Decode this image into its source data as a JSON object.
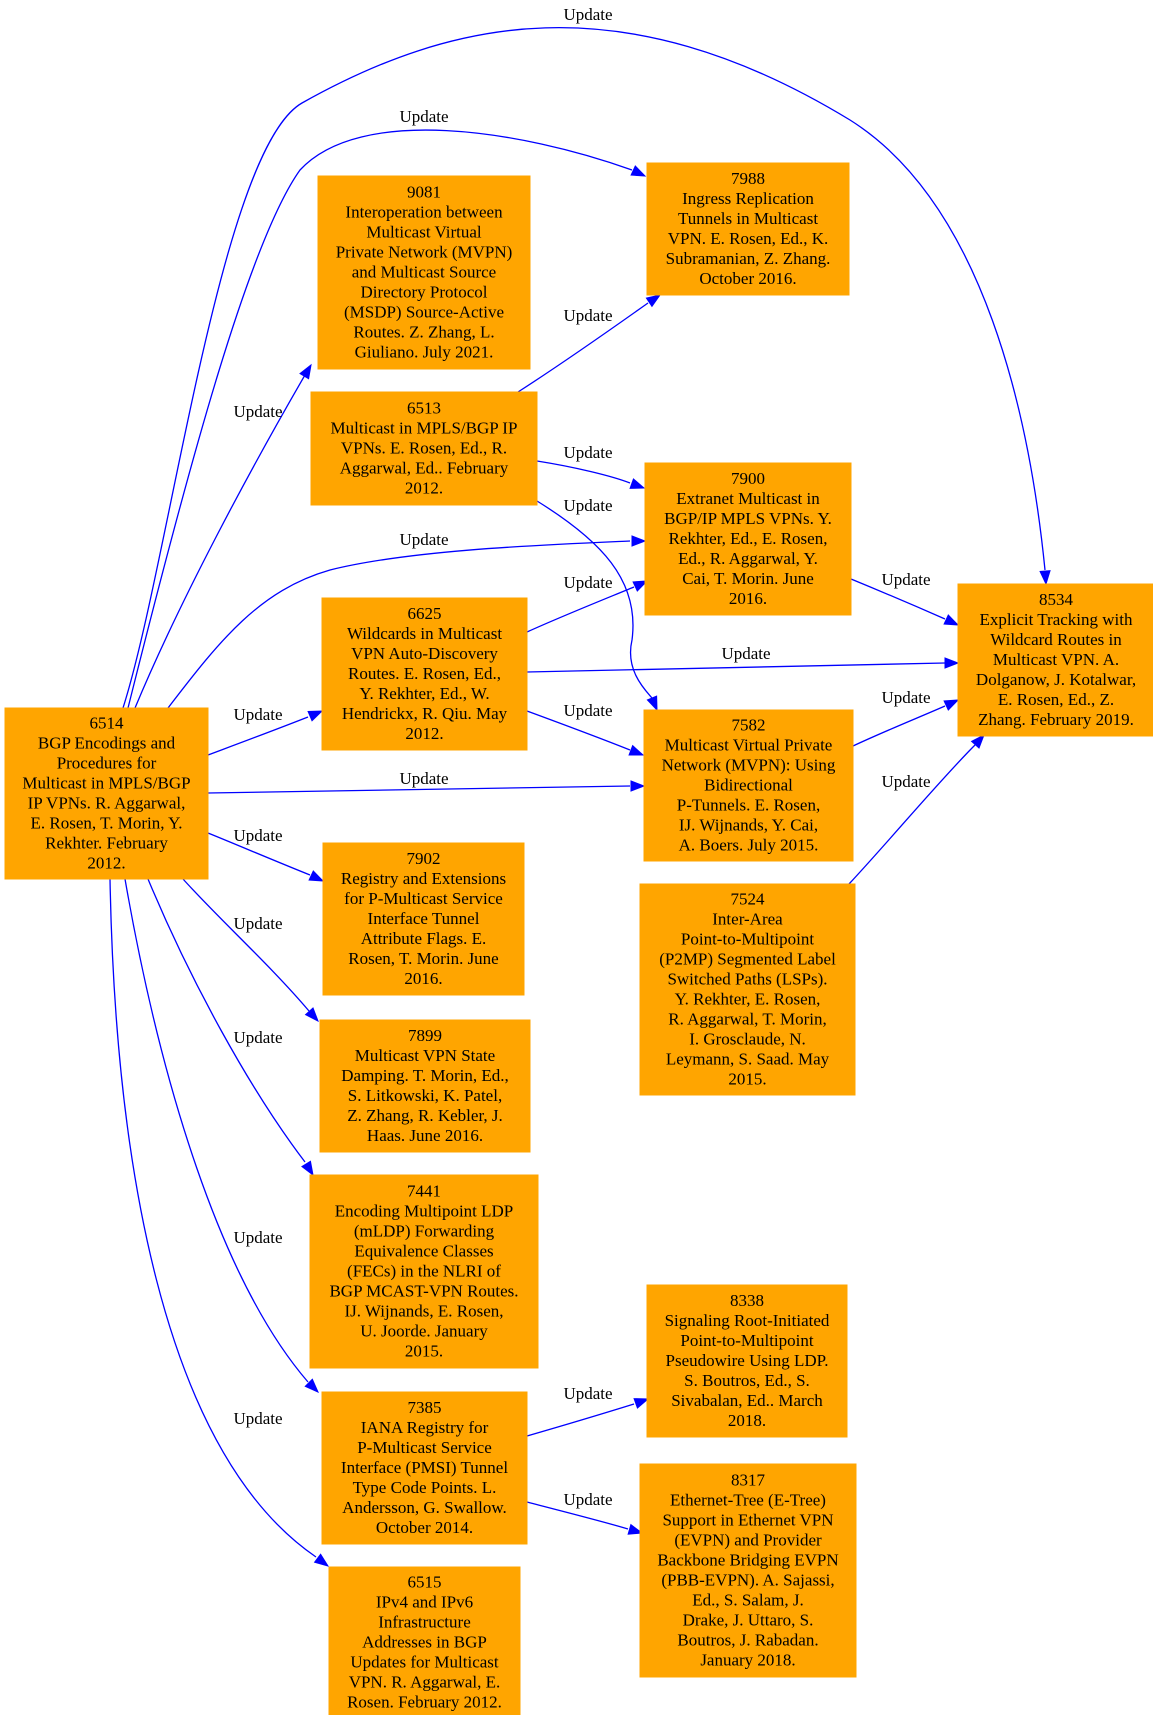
{
  "colors": {
    "node_fill": "#ffa500",
    "edge": "#0000ff",
    "text": "#000000",
    "background": "#ffffff"
  },
  "nodes": [
    {
      "id": "6514",
      "lines": [
        "6514",
        "BGP Encodings and",
        "Procedures for",
        "Multicast in MPLS/BGP",
        "IP VPNs. R. Aggarwal,",
        "E. Rosen, T. Morin, Y.",
        "Rekhter. February",
        "2012."
      ]
    },
    {
      "id": "9081",
      "lines": [
        "9081",
        "Interoperation between",
        "Multicast Virtual",
        "Private Network (MVPN)",
        "and Multicast Source",
        "Directory Protocol",
        "(MSDP) Source-Active",
        "Routes. Z. Zhang, L.",
        "Giuliano. July 2021."
      ]
    },
    {
      "id": "6513",
      "lines": [
        "6513",
        "Multicast in MPLS/BGP IP",
        "VPNs. E. Rosen, Ed., R.",
        "Aggarwal, Ed.. February",
        "2012."
      ]
    },
    {
      "id": "6625",
      "lines": [
        "6625",
        "Wildcards in Multicast",
        "VPN Auto-Discovery",
        "Routes. E. Rosen, Ed.,",
        "Y. Rekhter, Ed., W.",
        "Hendrickx, R. Qiu. May",
        "2012."
      ]
    },
    {
      "id": "7902",
      "lines": [
        "7902",
        "Registry and Extensions",
        "for P-Multicast Service",
        "Interface Tunnel",
        "Attribute Flags. E.",
        "Rosen, T. Morin. June",
        "2016."
      ]
    },
    {
      "id": "7899",
      "lines": [
        "7899",
        "Multicast VPN State",
        "Damping. T. Morin, Ed.,",
        "S. Litkowski, K. Patel,",
        "Z. Zhang, R. Kebler, J.",
        "Haas. June 2016."
      ]
    },
    {
      "id": "7441",
      "lines": [
        "7441",
        "Encoding Multipoint LDP",
        "(mLDP) Forwarding",
        "Equivalence Classes",
        "(FECs) in the NLRI of",
        "BGP MCAST-VPN Routes.",
        "IJ. Wijnands, E. Rosen,",
        "U. Joorde. January",
        "2015."
      ]
    },
    {
      "id": "7385",
      "lines": [
        "7385",
        "IANA Registry for",
        "P-Multicast Service",
        "Interface (PMSI) Tunnel",
        "Type Code Points. L.",
        "Andersson, G. Swallow.",
        "October 2014."
      ]
    },
    {
      "id": "6515",
      "lines": [
        "6515",
        "IPv4 and IPv6",
        "Infrastructure",
        "Addresses in BGP",
        "Updates for Multicast",
        "VPN. R. Aggarwal, E.",
        "Rosen. February 2012."
      ]
    },
    {
      "id": "7988",
      "lines": [
        "7988",
        "Ingress Replication",
        "Tunnels in Multicast",
        "VPN. E. Rosen, Ed., K.",
        "Subramanian, Z. Zhang.",
        "October 2016."
      ]
    },
    {
      "id": "7900",
      "lines": [
        "7900",
        "Extranet Multicast in",
        "BGP/IP MPLS VPNs. Y.",
        "Rekhter, Ed., E. Rosen,",
        "Ed., R. Aggarwal, Y.",
        "Cai, T. Morin. June",
        "2016."
      ]
    },
    {
      "id": "7582",
      "lines": [
        "7582",
        "Multicast Virtual Private",
        "Network (MVPN): Using",
        "Bidirectional",
        "P-Tunnels. E. Rosen,",
        "IJ. Wijnands, Y. Cai,",
        "A. Boers. July 2015."
      ]
    },
    {
      "id": "7524",
      "lines": [
        "7524",
        "Inter-Area",
        "Point-to-Multipoint",
        "(P2MP) Segmented Label",
        "Switched Paths (LSPs).",
        "Y. Rekhter, E. Rosen,",
        "R. Aggarwal, T. Morin,",
        "I. Grosclaude, N.",
        "Leymann, S. Saad. May",
        "2015."
      ]
    },
    {
      "id": "8338",
      "lines": [
        "8338",
        "Signaling Root-Initiated",
        "Point-to-Multipoint",
        "Pseudowire Using LDP.",
        "S. Boutros, Ed., S.",
        "Sivabalan, Ed.. March",
        "2018."
      ]
    },
    {
      "id": "8317",
      "lines": [
        "8317",
        "Ethernet-Tree (E-Tree)",
        "Support in Ethernet VPN",
        "(EVPN) and Provider",
        "Backbone Bridging EVPN",
        "(PBB-EVPN). A. Sajassi,",
        "Ed., S. Salam, J.",
        "Drake, J. Uttaro, S.",
        "Boutros, J. Rabadan.",
        "January 2018."
      ]
    },
    {
      "id": "8534",
      "lines": [
        "8534",
        "Explicit Tracking with",
        "Wildcard Routes in",
        "Multicast VPN. A.",
        "Dolganow, J. Kotalwar,",
        "E. Rosen, Ed., Z.",
        "Zhang. February 2019."
      ]
    }
  ],
  "edges": [
    {
      "from": "6514",
      "to": "8534",
      "label": "Update"
    },
    {
      "from": "6514",
      "to": "7988",
      "label": "Update"
    },
    {
      "from": "6514",
      "to": "9081",
      "label": "Update"
    },
    {
      "from": "6514",
      "to": "7900",
      "label": "Update"
    },
    {
      "from": "6514",
      "to": "6625",
      "label": "Update"
    },
    {
      "from": "6514",
      "to": "7582",
      "label": "Update"
    },
    {
      "from": "6514",
      "to": "7902",
      "label": "Update"
    },
    {
      "from": "6514",
      "to": "7899",
      "label": "Update"
    },
    {
      "from": "6514",
      "to": "7441",
      "label": "Update"
    },
    {
      "from": "6514",
      "to": "7385",
      "label": "Update"
    },
    {
      "from": "6514",
      "to": "6515",
      "label": "Update"
    },
    {
      "from": "6513",
      "to": "7988",
      "label": "Update"
    },
    {
      "from": "6513",
      "to": "7900",
      "label": "Update"
    },
    {
      "from": "6513",
      "to": "7582",
      "label": "Update"
    },
    {
      "from": "6625",
      "to": "7900",
      "label": "Update"
    },
    {
      "from": "6625",
      "to": "8534",
      "label": "Update"
    },
    {
      "from": "6625",
      "to": "7582",
      "label": "Update"
    },
    {
      "from": "7900",
      "to": "8534",
      "label": "Update"
    },
    {
      "from": "7582",
      "to": "8534",
      "label": "Update"
    },
    {
      "from": "7524",
      "to": "8534",
      "label": "Update"
    },
    {
      "from": "7385",
      "to": "8338",
      "label": "Update"
    },
    {
      "from": "7385",
      "to": "8317",
      "label": "Update"
    }
  ]
}
